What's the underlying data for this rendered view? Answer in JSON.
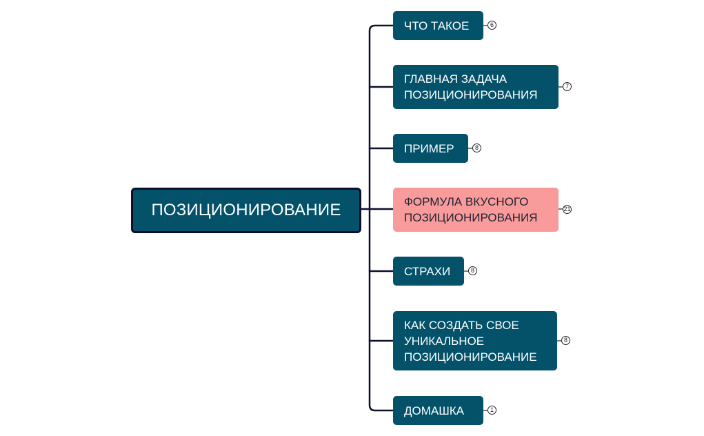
{
  "root": {
    "label": "ПОЗИЦИОНИРОВАНИЕ"
  },
  "branches": [
    {
      "label": "ЧТО ТАКОЕ",
      "count": "6",
      "highlight": false
    },
    {
      "label": "ГЛАВНАЯ ЗАДАЧА\nПОЗИЦИОНИРОВАНИЯ",
      "count": "7",
      "highlight": false
    },
    {
      "label": "ПРИМЕР",
      "count": "8",
      "highlight": false
    },
    {
      "label": "ФОРМУЛА ВКУСНОГО\nПОЗИЦИОНИРОВАНИЯ",
      "count": "21",
      "highlight": true
    },
    {
      "label": "СТРАХИ",
      "count": "8",
      "highlight": false
    },
    {
      "label": "КАК СОЗДАТЬ СВОЕ\nУНИКАЛЬНОЕ\nПОЗИЦИОНИРОВАНИЕ",
      "count": "8",
      "highlight": false
    },
    {
      "label": "ДОМАШКА",
      "count": "1",
      "highlight": false
    }
  ],
  "colors": {
    "node": "#03526a",
    "highlight": "#f99b9b",
    "line": "#0a0f2a"
  }
}
